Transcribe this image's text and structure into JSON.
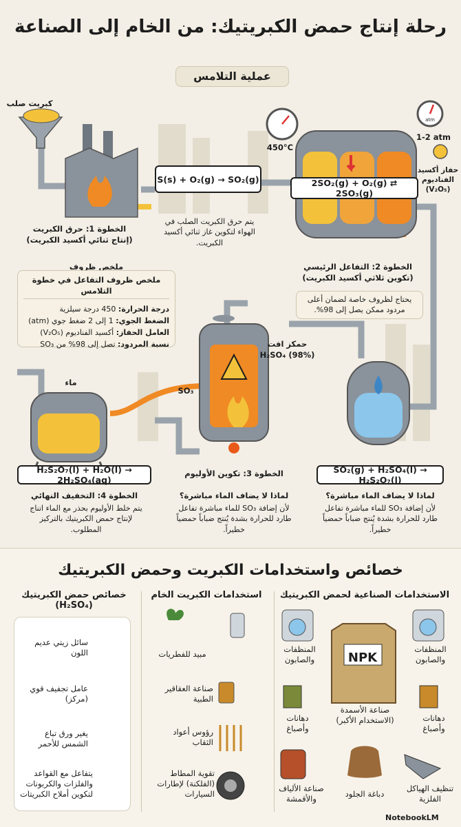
{
  "title": "رحلة إنتاج حمض الكبريتيك: من الخام إلى الصناعة",
  "section_badge": "عملية التلامس",
  "raw_sulfur": "كبريت صلب",
  "step1": {
    "label": "الخطوة 1: حرق الكبريت",
    "sublabel": "(إنتاج ثنائي أكسيد الكبريت)",
    "equation": "S(s) + O₂(g) → SO₂(g)",
    "note": "يتم حرق الكبريت الصلب في الهواء لتكوين غاز ثنائي أكسيد الكبريت."
  },
  "step2": {
    "temperature": "450°C",
    "pressure": "1-2 atm",
    "gauge_unit": "atm",
    "catalyst": "حفاز أكسيد الفناديوم (V₂O₅)",
    "equation": "2SO₂(g) + O₂(g) ⇄ 2SO₃(g)",
    "label": "الخطوة 2: التفاعل الرئيسي",
    "sublabel": "(تكوين ثلاثي أكسيد الكبريت)",
    "note": "يحتاج لظروف خاصة لضمان أعلى مردود ممكن يصل إلى 98%."
  },
  "conditions": {
    "heading": "ملخص ظروف",
    "title": "ملخص ظروف التفاعل في خطوة التلامس",
    "rows": [
      {
        "key": "درجة الحرارة:",
        "value": "450 درجة سيلزية"
      },
      {
        "key": "الضغط الجوي:",
        "value": "1 إلى 2 ضغط جوي (atm)"
      },
      {
        "key": "العامل الحفاز:",
        "value": "أكسيد الفناديوم (V₂O₅)"
      },
      {
        "key": "نسبة المردود:",
        "value": "تصل إلى 98% من SO₃"
      }
    ]
  },
  "water_label": "ماء",
  "so3_label": "SO₃",
  "acid_label": "حمكز افت H₂SO₄ (98%)",
  "step3": {
    "label": "الخطوة 3: تكوين الأوليوم",
    "equation": "SO₂(g) + H₂SO₄(l) → H₂S₂O₇(l)",
    "question": "لماذا لا يضاف الماء مباشرة؟",
    "note": "لأن إضافة SO₃ للماء مباشرة تفاعل طارد للحرارة بشدة يُنتج ضباباً حمضياً خطيراً.",
    "question_right": "لماذا لا يضاف الماء مباشرة؟",
    "note_right": "لأن إضافة SO₃ للماء مباشرة تفاعل طارد للحرارة بشدة يُنتج ضباباً حمضياً خطيراً."
  },
  "step4": {
    "equation": "H₂S₂O₇(l) + H₂O(l) → 2H₂SO₄(aq)",
    "label": "الخطوة 4: التخفيف النهائي",
    "note": "يتم خلط الأوليوم بحذر مع الماء اتناج لإنتاج حمض الكبريتيك بالتركيز المطلوب."
  },
  "section2_title": "خصائص واستخدامات الكبريت وحمض الكبريتيك",
  "col_industrial": {
    "heading": "الاستخدامات الصناعية لحمض الكبريتيك",
    "npk": "NPK",
    "items": [
      "المنظفات والصابون",
      "المنظفات والصابون",
      "صناعة الأسمدة (الاستخدام الأكبر)",
      "دهانات وأصباغ",
      "دهانات وأصباغ",
      "تنظيف الهياكل الفلزية",
      "دباغة الجلود",
      "صناعة الألياف والأقمشة"
    ]
  },
  "col_sulfur": {
    "heading": "استخدامات الكبريت الخام",
    "items": [
      "مبيد للفطريات",
      "صناعة العقاقير الطبية",
      "رؤوس أعواد الثقاب",
      "تقوية المطاط (الفلكنة) لإطارات السيارات"
    ]
  },
  "col_props": {
    "heading": "خصائص حمض الكبريتيك",
    "formula": "(H₂SO₄)",
    "items": [
      "سائل زيتي عديم اللون",
      "عامل تجفيف قوي (مركز)",
      "يغير ورق تباع الشمس للأحمر",
      "يتفاعل مع القواعد والفلزات والكربونات لتكوين أملاح الكبريتات"
    ]
  },
  "footer": "NotebookLM",
  "colors": {
    "pipe": "#9aa3ab",
    "fire": "#f08a24",
    "liquid": "#f3c23a",
    "water": "#8cc6ea"
  }
}
